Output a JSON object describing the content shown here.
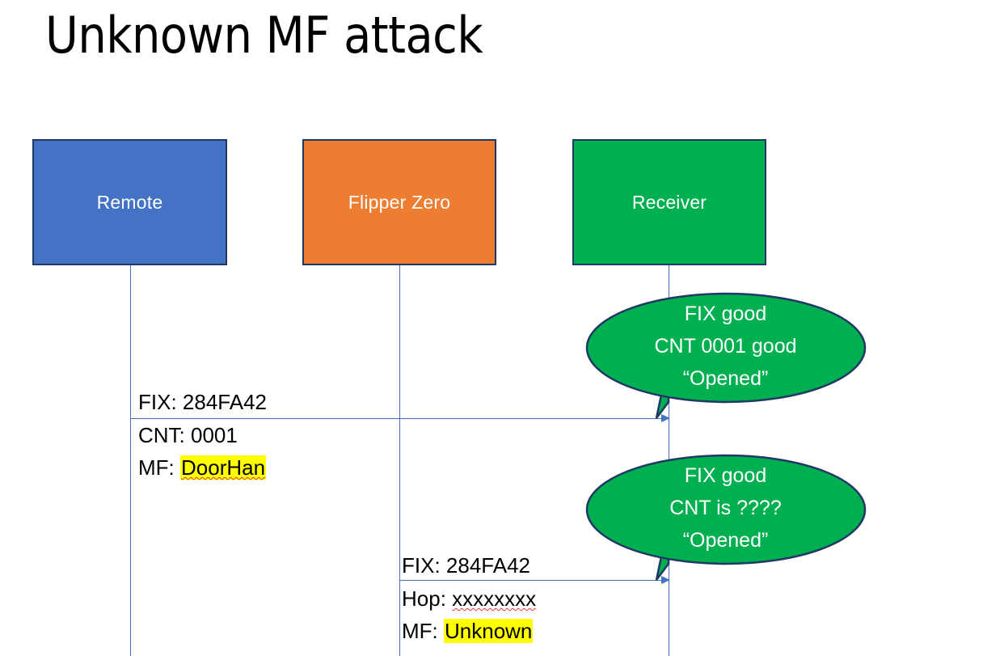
{
  "slide": {
    "title": "Unknown MF attack",
    "background": "#ffffff"
  },
  "colors": {
    "remote": "#4472C4",
    "flipper": "#ED7D31",
    "receiver": "#00B050",
    "box_border": "#1F3864",
    "lifeline": "#4472C4",
    "arrow": "#4472C4",
    "highlight": "#FFFF00",
    "spellcheck_underline": "#E03A2F",
    "text": "#000000",
    "box_label": "#FFFFFF"
  },
  "actors": [
    {
      "id": "remote",
      "label": "Remote",
      "color": "#4472C4"
    },
    {
      "id": "flipper",
      "label": "Flipper Zero",
      "color": "#ED7D31"
    },
    {
      "id": "receiver",
      "label": "Receiver",
      "color": "#00B050"
    }
  ],
  "messages": [
    {
      "id": "msg-1",
      "from": "remote",
      "to": "receiver",
      "label_above": "FIX: 284FA42",
      "below": {
        "line1": "CNT: 0001",
        "line2_prefix": "MF: ",
        "line2_value": "DoorHan",
        "line2_highlighted": true,
        "line2_spellchecked": true
      }
    },
    {
      "id": "msg-2",
      "from": "flipper",
      "to": "receiver",
      "label_above": "FIX: 284FA42",
      "below": {
        "line1_prefix": "Hop: ",
        "line1_value": "xxxxxxxx",
        "line1_spellchecked": true,
        "line2_prefix": "MF: ",
        "line2_value": "Unknown",
        "line2_highlighted": true,
        "line2_spellchecked": false
      }
    }
  ],
  "bubbles": [
    {
      "id": "bubble-1",
      "attached_to": "receiver",
      "line1": "FIX good",
      "line2": "CNT 0001 good",
      "line3": "“Opened”"
    },
    {
      "id": "bubble-2",
      "attached_to": "receiver",
      "line1": "FIX good",
      "line2": "CNT is ????",
      "line3": "“Opened”"
    }
  ]
}
